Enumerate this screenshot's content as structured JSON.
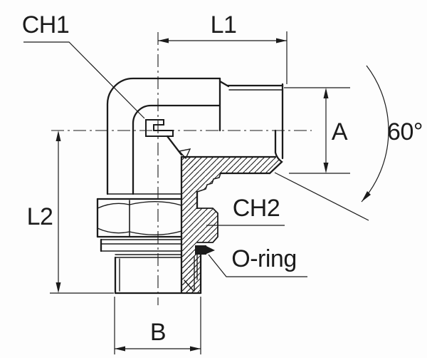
{
  "drawing": {
    "type": "technical-dimension-diagram",
    "subject": "90-degree adjustable elbow hydraulic fitting with male 60-degree cone end, locknut, washer and O-ring stud",
    "labels": {
      "ch1": "CH1",
      "l1": "L1",
      "a": "A",
      "angle": "60°",
      "l2": "L2",
      "ch2": "CH2",
      "oring": "O-ring",
      "b": "B"
    },
    "colors": {
      "line": "#1b1b1b",
      "background": "#fdfdfd"
    }
  }
}
